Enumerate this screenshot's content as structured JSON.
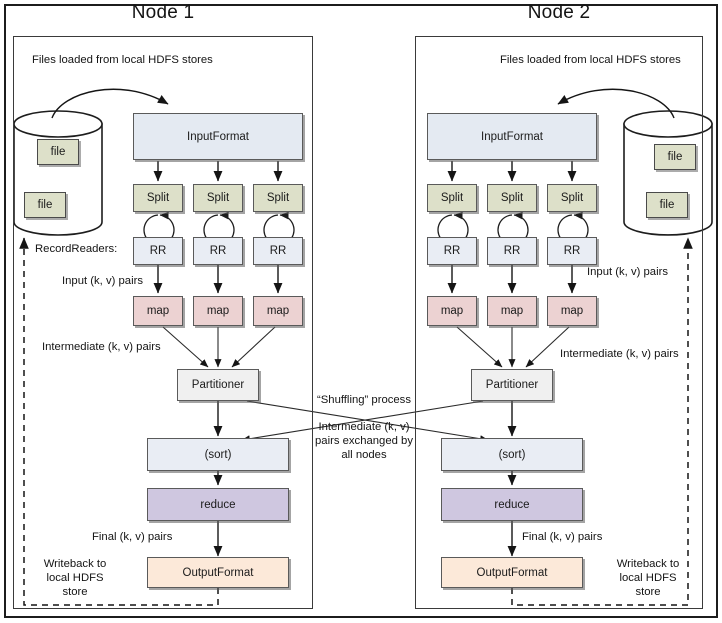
{
  "diagram": {
    "title_left": "Node 1",
    "title_right": "Node 2",
    "files_label": "Files loaded from local HDFS stores",
    "recordreaders_label": "RecordReaders:",
    "input_pairs_label": "Input (k, v) pairs",
    "intermediate_pairs_label": "Intermediate (k, v) pairs",
    "final_pairs_label": "Final (k, v) pairs",
    "writeback_label": "Writeback to local HDFS store",
    "shuffling_label": "“Shuffling” process",
    "exchange_label": "Intermediate (k, v) pairs exchanged by all nodes",
    "file_label": "file",
    "stages": {
      "input_format": "InputFormat",
      "split": "Split",
      "record_reader": "RR",
      "map": "map",
      "partitioner": "Partitioner",
      "sort": "(sort)",
      "reduce": "reduce",
      "output_format": "OutputFormat"
    },
    "colors": {
      "input_format": "#e4eaf2",
      "split": "#dde0c9",
      "record_reader": "#e9edf4",
      "map": "#ecd2d2",
      "partitioner": "#f0f0f0",
      "sort": "#e9edf4",
      "reduce": "#cfc7e0",
      "output_format": "#fce9d9",
      "file": "#dde0c9",
      "stroke": "#5a5a5a"
    }
  }
}
